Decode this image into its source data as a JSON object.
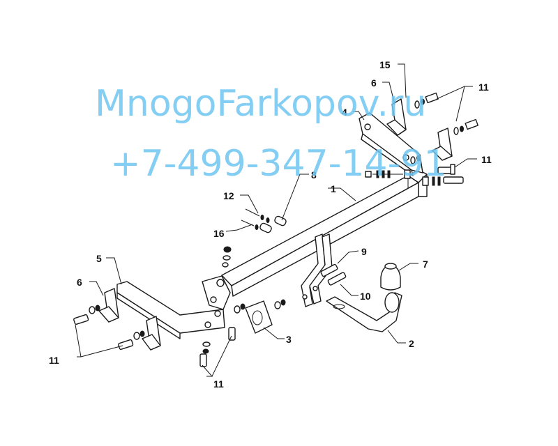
{
  "watermark": {
    "line1": "MnogoFarkopov.ru",
    "line2": "+7-499-347-14-91",
    "color": "#6ec6f0"
  },
  "callouts": {
    "c1": "1",
    "c2": "2",
    "c3": "3",
    "c4": "4",
    "c5": "5",
    "c6a": "6",
    "c6b": "6",
    "c7": "7",
    "c8": "8",
    "c9": "9",
    "c10": "10",
    "c11a": "11",
    "c11b": "11",
    "c11c": "11",
    "c11d": "11",
    "c12": "12",
    "c15": "15",
    "c16": "16"
  }
}
